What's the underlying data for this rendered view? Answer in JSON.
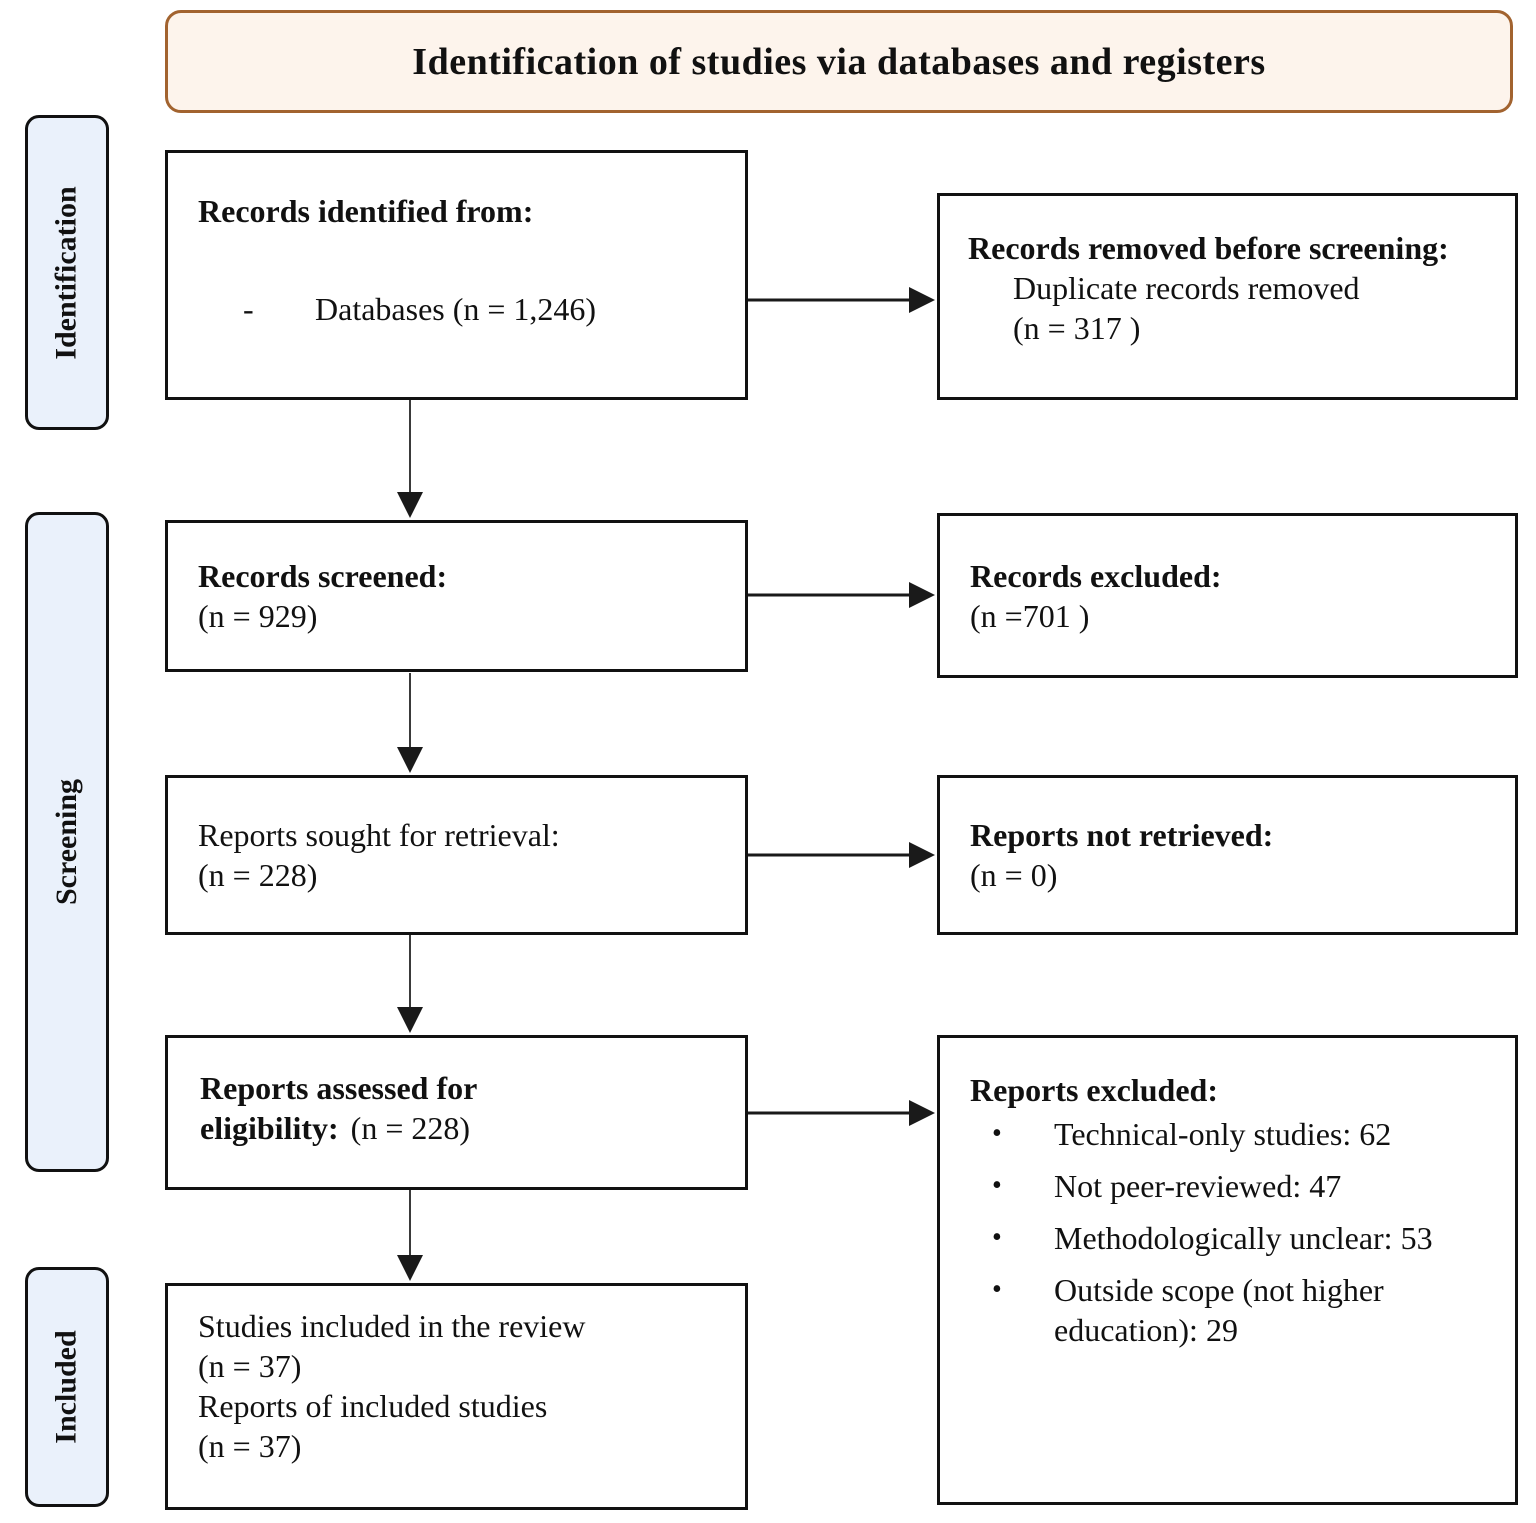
{
  "header": {
    "title": "Identification of studies via databases and registers"
  },
  "stages": [
    {
      "label": "Identification"
    },
    {
      "label": "Screening"
    },
    {
      "label": "Included"
    }
  ],
  "boxes": {
    "records_identified": {
      "title": "Records identified from:",
      "bullet_marker": "-",
      "bullet_text": "Databases (n = 1,246)"
    },
    "records_removed": {
      "title": "Records removed before screening:",
      "detail": "Duplicate records removed",
      "count": "(n = 317 )"
    },
    "records_screened": {
      "title": "Records screened:",
      "count": "(n = 929)"
    },
    "records_excluded": {
      "title": "Records excluded:",
      "count": "(n =701 )"
    },
    "reports_sought": {
      "title": "Reports sought for retrieval:",
      "count": "(n = 228)"
    },
    "reports_not_retrieved": {
      "title": "Reports not retrieved:",
      "count": "(n = 0)"
    },
    "reports_assessed": {
      "title_line1": "Reports assessed for",
      "title_line2": "eligibility:",
      "count": "(n = 228)"
    },
    "reports_excluded": {
      "title": "Reports excluded:",
      "bullet_marker": "•",
      "items": [
        "Technical-only studies: 62",
        "Not peer-reviewed: 47",
        "Methodologically unclear: 53",
        "Outside scope (not higher education): 29"
      ]
    },
    "studies_included": {
      "lines": [
        "Studies included in the review",
        "(n = 37)",
        "Reports of included studies",
        "(n = 37)"
      ]
    }
  },
  "colors": {
    "header_bg": "#fdf4ec",
    "header_border": "#a2632f",
    "stage_bg": "#eaf1fb",
    "box_border": "#111111",
    "text": "#111111",
    "arrow": "#1a1a1a"
  }
}
